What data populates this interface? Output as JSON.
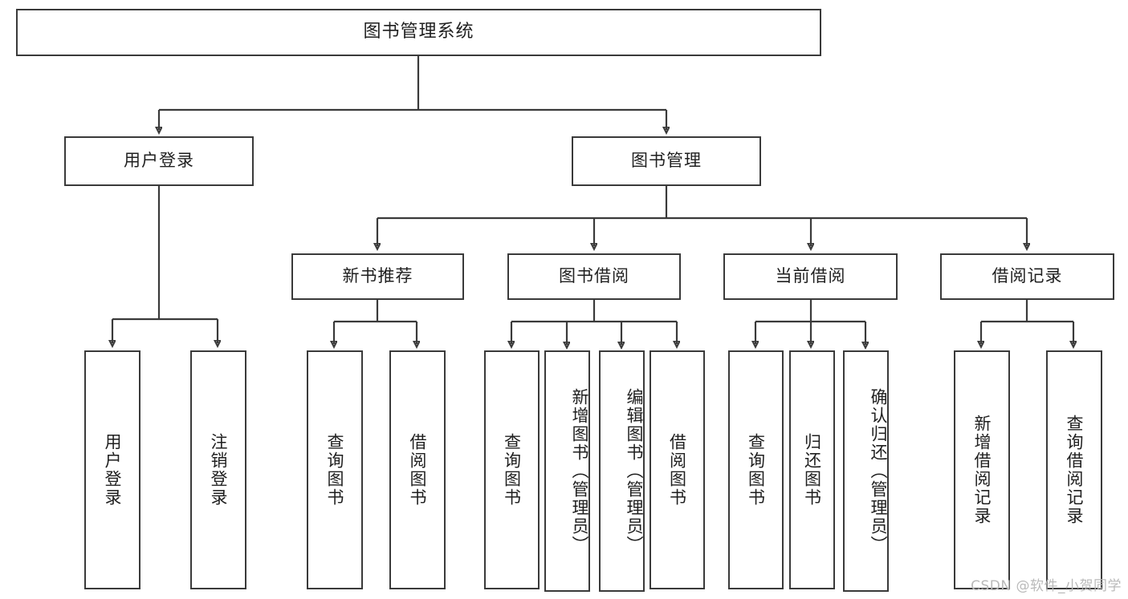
{
  "diagram": {
    "title": "图书管理系统",
    "type": "hierarchy-tree",
    "watermark": "CSDN @软件_小贺同学",
    "colors": {
      "stroke": "#3a3a3a",
      "fill": "#ffffff",
      "text": "#1f1f1f",
      "watermark": "#b9b9b9"
    },
    "levels": {
      "level1": [
        {
          "label": "图书管理系统"
        }
      ],
      "level2": [
        {
          "label": "用户登录"
        },
        {
          "label": "图书管理"
        }
      ],
      "level3": [
        {
          "label": "新书推荐"
        },
        {
          "label": "图书借阅"
        },
        {
          "label": "当前借阅"
        },
        {
          "label": "借阅记录"
        }
      ],
      "level4": [
        {
          "label": "用户登录",
          "parent": "用户登录"
        },
        {
          "label": "注销登录",
          "parent": "用户登录"
        },
        {
          "label": "查询图书",
          "parent": "新书推荐"
        },
        {
          "label": "借阅图书",
          "parent": "新书推荐"
        },
        {
          "label": "查询图书",
          "parent": "图书借阅"
        },
        {
          "label": "新增图书（管理员）",
          "parent": "图书借阅"
        },
        {
          "label": "编辑图书（管理员）",
          "parent": "图书借阅"
        },
        {
          "label": "借阅图书",
          "parent": "图书借阅"
        },
        {
          "label": "查询图书",
          "parent": "当前借阅"
        },
        {
          "label": "归还图书",
          "parent": "当前借阅"
        },
        {
          "label": "确认归还（管理员）",
          "parent": "当前借阅"
        },
        {
          "label": "新增借阅记录",
          "parent": "借阅记录"
        },
        {
          "label": "查询借阅记录",
          "parent": "借阅记录"
        }
      ]
    }
  }
}
